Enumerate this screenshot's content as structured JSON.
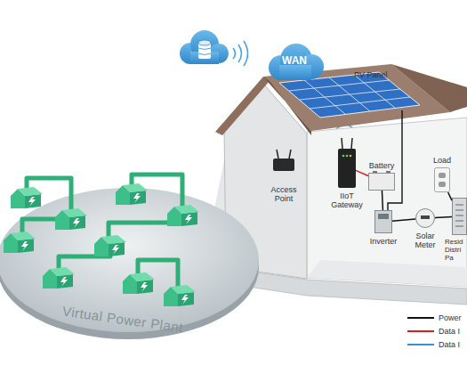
{
  "diagram": {
    "nodes": [
      {
        "text": [
          "WAN"
        ]
      },
      {
        "text": [
          "Access Point"
        ]
      },
      {
        "text": [
          "IIoT Gateway"
        ]
      },
      {
        "text": [
          "Battery"
        ]
      },
      {
        "text": [
          "Load"
        ]
      },
      {
        "text": [
          "Inverter"
        ]
      },
      {
        "text": [
          "Solar Meter"
        ]
      },
      {
        "text": [
          "Resid Distri Pa"
        ]
      },
      {
        "text": [
          "Virtual Power Plant"
        ]
      }
    ],
    "edges": [
      {
        "from": 2,
        "to": 3,
        "arrow": "none"
      },
      {
        "from": 3,
        "to": 5,
        "arrow": "none"
      },
      {
        "from": 5,
        "to": 6,
        "arrow": "none"
      },
      {
        "from": 6,
        "to": 7,
        "arrow": "none"
      },
      {
        "from": 4,
        "to": 7,
        "arrow": "none"
      }
    ],
    "labels": [
      "PV Panel"
    ],
    "legend": [
      {
        "text": "Power"
      },
      {
        "text": "Data I"
      },
      {
        "text": "Data I"
      }
    ]
  }
}
